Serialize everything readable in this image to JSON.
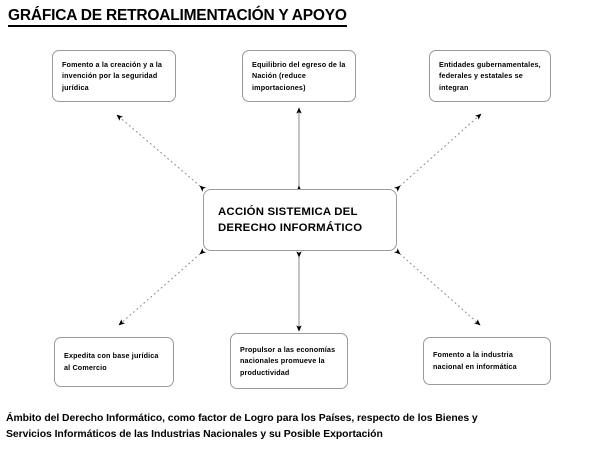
{
  "title": "GRÁFICA DE RETROALIMENTACIÓN Y APOYO",
  "center": {
    "line1": "ACCIÓN SISTEMICA DEL",
    "line2": "DERECHO INFORMÁTICO"
  },
  "nodes": {
    "top_left": "Fomento a la creación y a la invención por la seguridad jurídica",
    "top_center": "Equilibrio del egreso de la Nación (reduce importaciones)",
    "top_right": "Entidades gubernamentales, federales y estatales se integran",
    "bottom_left": "Expedita con base jurídica al Comercio",
    "bottom_center": "Propulsor a las economías nacionales promueve la productividad",
    "bottom_right": "Fomento a la industria nacional en informática"
  },
  "connectors": [
    {
      "name": "center-to-top-left",
      "style": "dotted",
      "arrows": "both"
    },
    {
      "name": "center-to-top-center",
      "style": "solid",
      "arrows": "both"
    },
    {
      "name": "center-to-top-right",
      "style": "dotted",
      "arrows": "both"
    },
    {
      "name": "center-to-bottom-left",
      "style": "dotted",
      "arrows": "both"
    },
    {
      "name": "center-to-bottom-center",
      "style": "solid",
      "arrows": "both"
    },
    {
      "name": "center-to-bottom-right",
      "style": "dotted",
      "arrows": "both"
    }
  ],
  "caption": {
    "line1": "Ámbito del Derecho Informático, como factor de Logro para los Países, respecto de los Bienes y",
    "line2": "Servicios Informáticos de las Industrias Nacionales  y su Posible Exportación"
  },
  "colors": {
    "ink": "#000000",
    "box_border": "#9a9a9a",
    "background": "#ffffff",
    "connector": "#7a7a7a"
  }
}
